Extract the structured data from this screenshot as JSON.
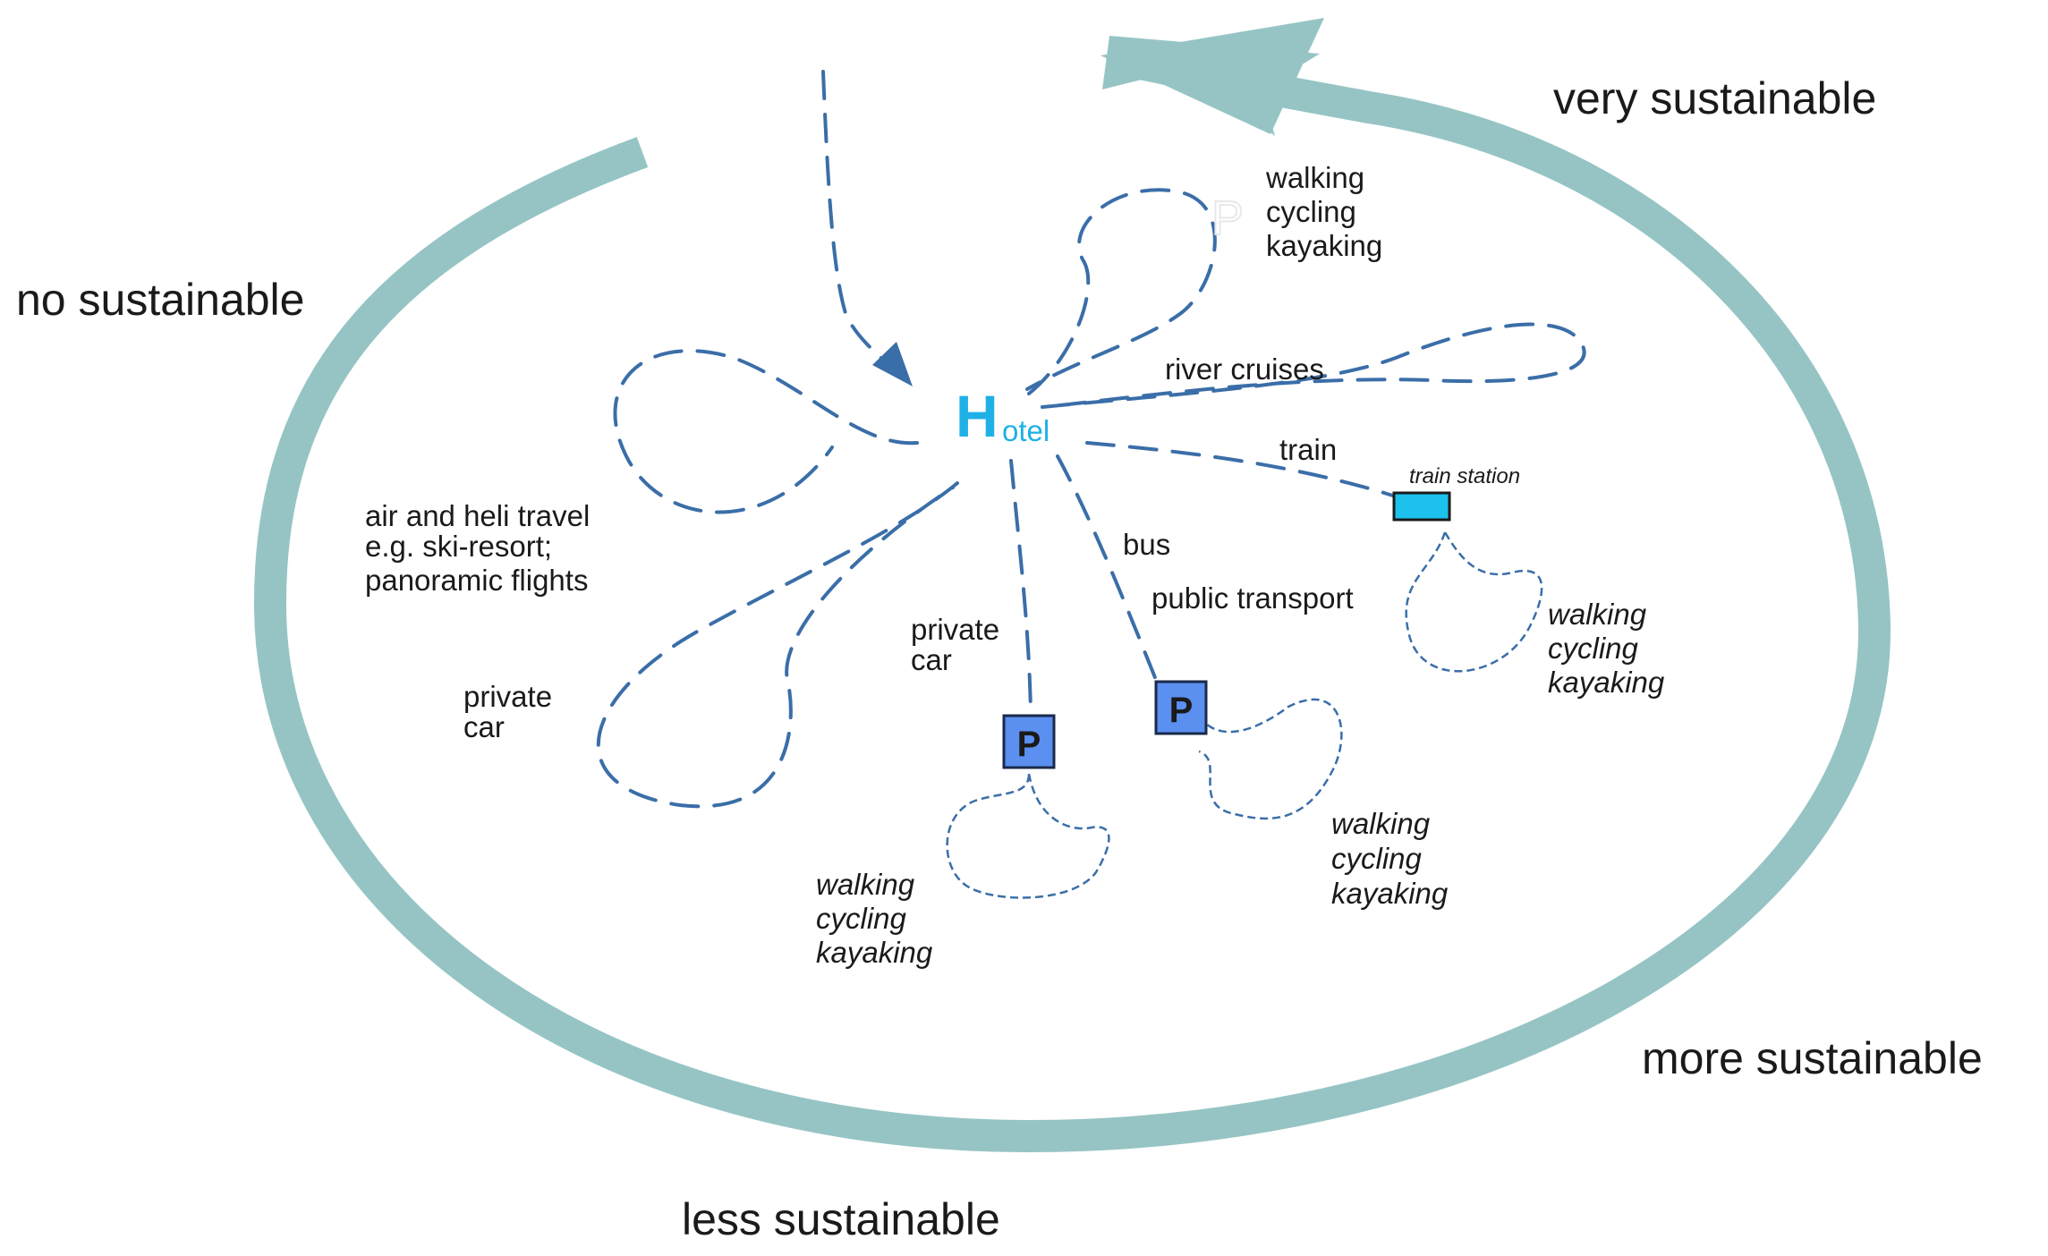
{
  "colors": {
    "ring": "#96c4c4",
    "route": "#3a6ea8",
    "hotel": "#1fb0e6",
    "parking_fill": "#5b8ff0",
    "station_fill": "#1cc1ec"
  },
  "hotel": {
    "initial": "H",
    "rest": "otel"
  },
  "sustainability": {
    "very": "very sustainable",
    "none": "no sustainable",
    "more": "more sustainable",
    "less": "less sustainable"
  },
  "transport": {
    "air_line1": "air and heli travel",
    "air_line2": "e.g. ski-resort;",
    "air_line3": "panoramic flights",
    "river": "river cruises",
    "train": "train",
    "train_station": "train station",
    "bus": "bus",
    "public": "public transport",
    "private_car_a": [
      "private",
      "car"
    ],
    "private_car_b": [
      "private",
      "car"
    ]
  },
  "activities": [
    "walking",
    "cycling",
    "kayaking"
  ],
  "parking": {
    "letter": "P"
  },
  "icons": [
    "parking-icon",
    "train-station-icon",
    "arrowhead-icon"
  ]
}
